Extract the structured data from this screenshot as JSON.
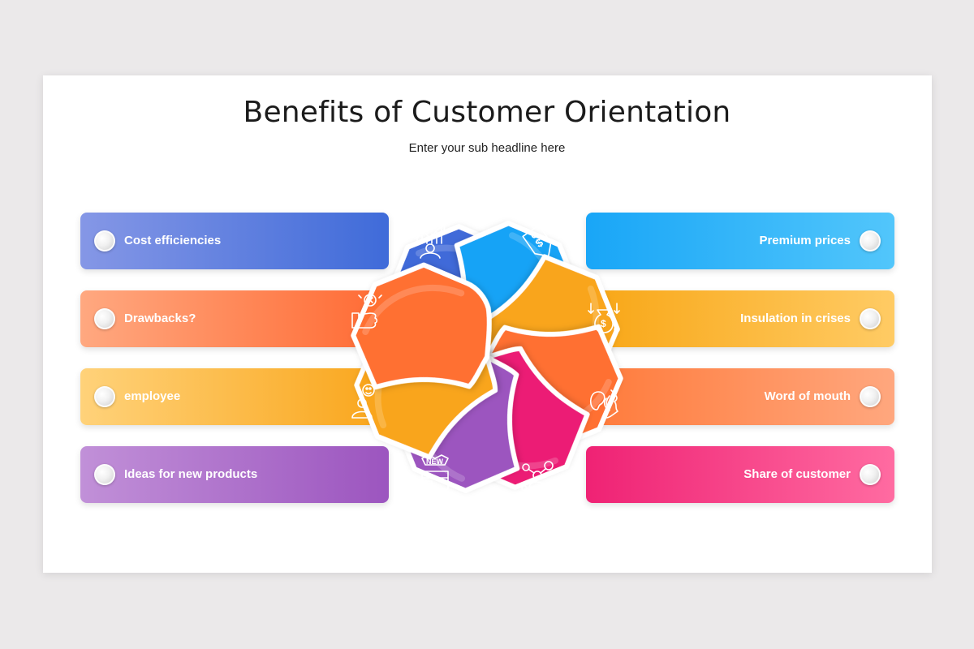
{
  "slide": {
    "title": "Benefits of Customer Orientation",
    "subtitle": "Enter your sub headline here"
  },
  "left_items": [
    {
      "label": "Cost efficiencies",
      "color_start": "#8597e6",
      "color_end": "#3f6bd9"
    },
    {
      "label": "Drawbacks?",
      "color_start": "#ffa880",
      "color_end": "#ff6a33"
    },
    {
      "label": "employee",
      "color_start": "#ffd27a",
      "color_end": "#f9a51a"
    },
    {
      "label": "Ideas for new products",
      "color_start": "#c190d8",
      "color_end": "#9c55bf"
    }
  ],
  "right_items": [
    {
      "label": "Premium prices",
      "color_start": "#19a6f7",
      "color_end": "#52c6fb"
    },
    {
      "label": "Insulation in crises",
      "color_start": "#f8a615",
      "color_end": "#ffcb64"
    },
    {
      "label": "Word of mouth",
      "color_start": "#ff7a3a",
      "color_end": "#ffa77e"
    },
    {
      "label": "Share of customer",
      "color_start": "#ef2274",
      "color_end": "#ff6ba1"
    }
  ],
  "petals": [
    {
      "name": "cost-efficiencies",
      "color": "#3f6bd9",
      "icon": "growth-chart-icon"
    },
    {
      "name": "premium-prices",
      "color": "#12a3f6",
      "icon": "price-tag-icon"
    },
    {
      "name": "insulation-in-crises",
      "color": "#f9a51a",
      "icon": "money-bag-icon"
    },
    {
      "name": "word-of-mouth",
      "color": "#ff6f32",
      "icon": "ear-mouth-icon"
    },
    {
      "name": "share-of-customer",
      "color": "#ec1c74",
      "icon": "network-user-icon"
    },
    {
      "name": "ideas-for-new-products",
      "color": "#9c55bf",
      "icon": "new-product-icon"
    },
    {
      "name": "employee",
      "color": "#f9a51a",
      "icon": "employee-icon"
    },
    {
      "name": "drawbacks",
      "color": "#ff6f32",
      "icon": "thumbs-down-icon"
    }
  ],
  "icon_text": {
    "new_badge": "NEW",
    "dollar": "$"
  }
}
